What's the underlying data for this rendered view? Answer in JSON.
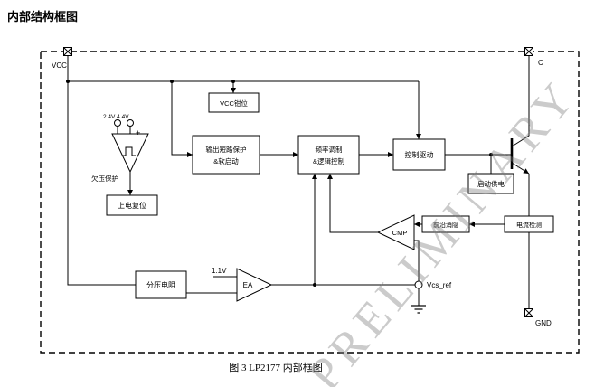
{
  "title": "内部结构框图",
  "caption": "图 3  LP2177 内部框图",
  "watermark": "PRELIMINARY",
  "pins": {
    "vcc": "VCC",
    "c": "C",
    "gnd": "GND",
    "vcs_ref": "Vcs_ref"
  },
  "labels": {
    "uvlo_thresholds": "2.4V 4.4V",
    "plus": "+",
    "uvlo": "欠压保护",
    "ref_voltage": "1.1V"
  },
  "blocks": {
    "vcc_clamp": "VCC钳位",
    "power_on_reset": "上电复位",
    "short_circuit_protect": "输出短路保护",
    "soft_start": "&软启动",
    "freq_modulation": "频率调制",
    "logic_control": "&逻辑控制",
    "control_drive": "控制驱动",
    "startup_supply": "启动供电",
    "leading_edge_blanking": "前沿消隐",
    "current_sense": "电流检测",
    "comparator": "CMP",
    "voltage_divider": "分压电阻",
    "error_amp": "EA"
  }
}
